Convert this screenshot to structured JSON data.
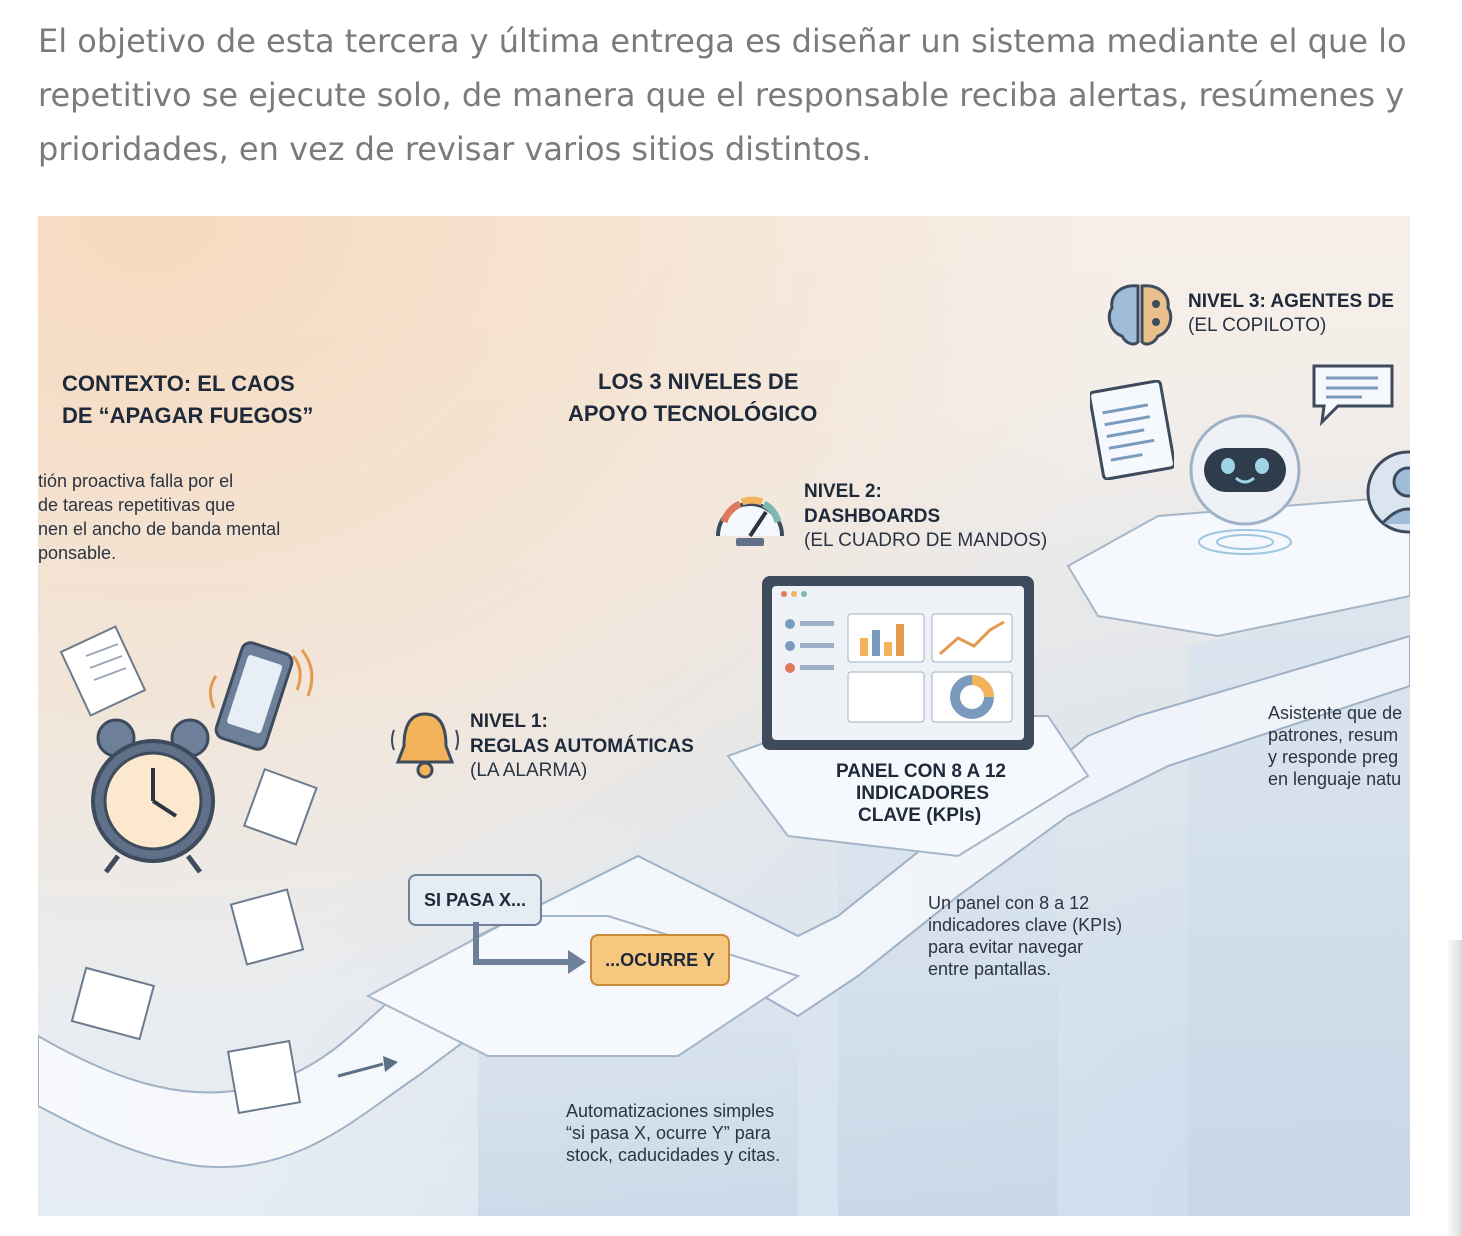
{
  "intro_text": "El objetivo de esta tercera y última entrega es diseñar un sistema mediante el que lo repetitivo se ejecute solo, de manera que el responsable reciba alertas, resúmenes y prioridades, en vez de revisar varios sitios distintos.",
  "infographic": {
    "main_title": [
      "LOS 3 NIVELES DE",
      "APOYO TECNOLÓGICO"
    ],
    "context": {
      "title": [
        "CONTEXTO: EL CAOS",
        "DE “APAGAR FUEGOS”"
      ],
      "body": [
        "tión proactiva falla por el",
        "de tareas repetitivas que",
        "nen el ancho de banda mental",
        "ponsable."
      ]
    },
    "level1": {
      "title": [
        "NIVEL 1:",
        "REGLAS AUTOMÁTICAS"
      ],
      "subtitle": "(LA ALARMA)",
      "rule_if": "SI PASA X...",
      "rule_then": "...OCURRE Y",
      "body": [
        "Automatizaciones simples",
        "“si pasa X, ocurre Y” para",
        "stock, caducidades y citas."
      ]
    },
    "level2": {
      "title": [
        "NIVEL 2:",
        "DASHBOARDS"
      ],
      "subtitle": "(EL CUADRO DE MANDOS)",
      "panel_label": [
        "PANEL CON 8 A 12",
        "INDICADORES",
        "CLAVE (KPIs)"
      ],
      "body": [
        "Un panel con 8 a 12",
        "indicadores clave (KPIs)",
        "para evitar navegar",
        "entre pantallas."
      ]
    },
    "level3": {
      "title": "NIVEL 3: AGENTES DE",
      "subtitle": "(EL COPILOTO)",
      "body": [
        "Asistente que de",
        "patrones, resum",
        "y responde preg",
        "en lenguaje natu"
      ]
    }
  },
  "icons": [
    "alarm-clock-icon",
    "phone-ringing-icon",
    "paper-icon",
    "bell-icon",
    "gauge-icon",
    "monitor-dashboard-icon",
    "brain-icon",
    "robot-icon",
    "chat-bubble-icon",
    "browser-window-icon",
    "user-avatar-icon"
  ],
  "colors": {
    "accent_orange": "#f2b35a",
    "slate": "#5c6f87",
    "panel_dark": "#3d4b5c"
  }
}
